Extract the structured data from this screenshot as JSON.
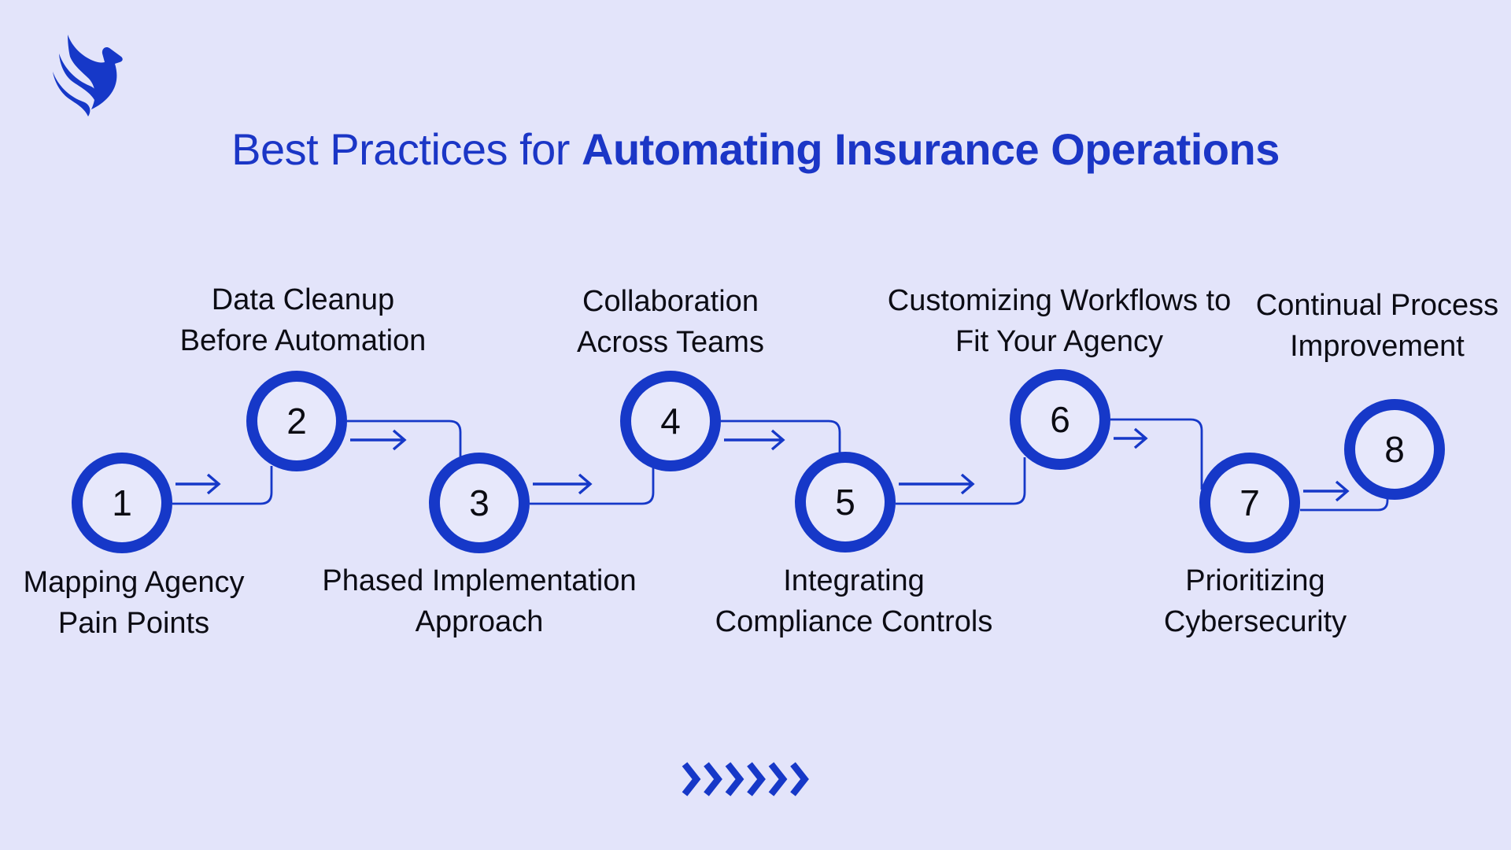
{
  "colors": {
    "background": "#E3E4FA",
    "accent_blue": "#1638C8",
    "title_blue": "#1B36C6",
    "text_dark": "#0C0C14"
  },
  "header": {
    "logo_icon": "phoenix-logo",
    "title_regular": "Best Practices for ",
    "title_bold": "Automating Insurance Operations"
  },
  "steps": [
    {
      "number": "1",
      "line1": "Mapping Agency",
      "line2": "Pain Points",
      "label_position": "below"
    },
    {
      "number": "2",
      "line1": "Data Cleanup",
      "line2": "Before Automation",
      "label_position": "above"
    },
    {
      "number": "3",
      "line1": "Phased Implementation",
      "line2": "Approach",
      "label_position": "below"
    },
    {
      "number": "4",
      "line1": "Collaboration",
      "line2": "Across Teams",
      "label_position": "above"
    },
    {
      "number": "5",
      "line1": "Integrating",
      "line2": "Compliance Controls",
      "label_position": "below"
    },
    {
      "number": "6",
      "line1": "Customizing Workflows to",
      "line2": "Fit Your Agency",
      "label_position": "above"
    },
    {
      "number": "7",
      "line1": "Prioritizing",
      "line2": "Cybersecurity",
      "label_position": "below"
    },
    {
      "number": "8",
      "line1": "Continual Process",
      "line2": "Improvement",
      "label_position": "above"
    }
  ],
  "footer": {
    "chevrons_icon": "forward-chevrons",
    "chevron_count": 6
  }
}
